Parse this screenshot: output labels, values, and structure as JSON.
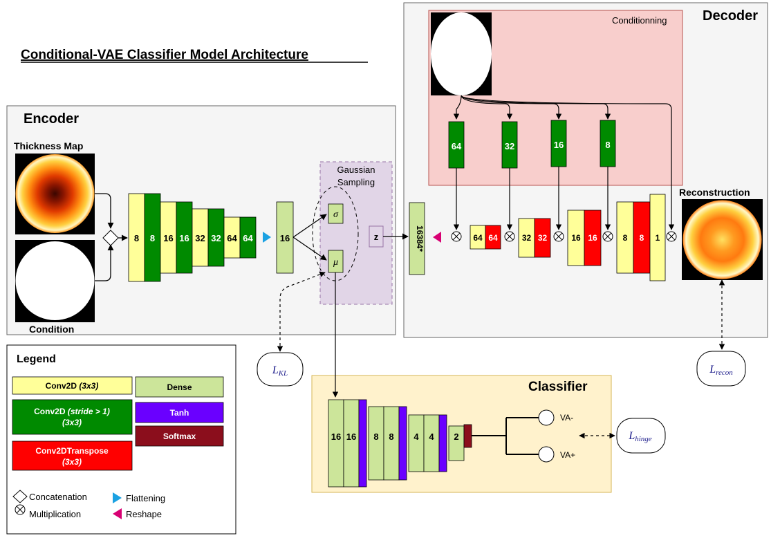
{
  "title": "Conditional-VAE Classifier Model Architecture",
  "encoder": {
    "label": "Encoder",
    "thickness_map_label": "Thickness Map",
    "condition_label": "Condition",
    "layers": [
      "8",
      "8",
      "16",
      "16",
      "32",
      "32",
      "64",
      "64"
    ],
    "dense_units": "16"
  },
  "sampling": {
    "label_line1": "Gaussian",
    "label_line2": "Sampling",
    "sigma": "σ",
    "mu": "μ",
    "z": "z"
  },
  "decoder": {
    "label": "Decoder",
    "conditioning_label": "Conditionning",
    "cond_convs": [
      "64",
      "32",
      "16",
      "8"
    ],
    "dense_units": "16384*",
    "blocks": [
      [
        "64",
        "64"
      ],
      [
        "32",
        "32"
      ],
      [
        "16",
        "16"
      ],
      [
        "8",
        "8",
        "1"
      ]
    ],
    "reconstruction_label": "Reconstruction"
  },
  "losses": {
    "kl_main": "L",
    "kl_sub": "KL",
    "recon_main": "L",
    "recon_sub": "recon",
    "hinge_main": "L",
    "hinge_sub": "hinge"
  },
  "classifier": {
    "label": "Classifier",
    "layers": [
      "16",
      "16",
      "8",
      "8",
      "4",
      "4",
      "2"
    ],
    "outputs": [
      "VA-",
      "VA+"
    ]
  },
  "legend": {
    "title": "Legend",
    "conv2d": "Conv2D",
    "conv2d_kernel": "(3x3)",
    "conv2d_stride": "Conv2D",
    "conv2d_stride_note": "(stride > 1)",
    "conv2d_stride_kernel": "(3x3)",
    "conv2d_transpose": "Conv2DTranspose",
    "conv2d_transpose_kernel": "(3x3)",
    "dense": "Dense",
    "tanh": "Tanh",
    "softmax": "Softmax",
    "concatenation": "Concatenation",
    "multiplication": "Multiplication",
    "flattening": "Flattening",
    "reshape": "Reshape"
  },
  "colors": {
    "conv2d": "#ffff99",
    "conv2d_stride": "#008a00",
    "conv2d_transpose": "#ff0000",
    "dense": "#cce59a",
    "tanh": "#6a00ff",
    "softmax": "#8b0e1c",
    "flatten": "#1ba1e2",
    "reshape": "#d80073",
    "conditioning_fill": "#f8cecc",
    "conditioning_stroke": "#b85450",
    "sampling_fill": "#e1d5e7",
    "classifier_fill": "#fff2cc",
    "classifier_stroke": "#d6b656",
    "panel_fill": "#f5f5f5",
    "panel_stroke": "#666666"
  }
}
